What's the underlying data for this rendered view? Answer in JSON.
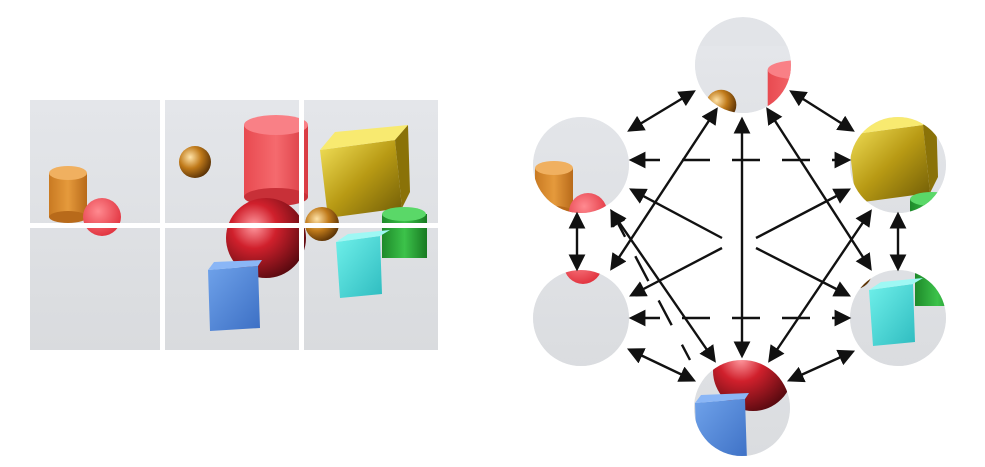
{
  "figure": {
    "left_panel": {
      "description_hidden": true,
      "grid": {
        "rows": 2,
        "cols": 3
      }
    },
    "right_panel": {
      "nodes": [
        "top",
        "upper-right",
        "lower-right",
        "bottom",
        "lower-left",
        "upper-left"
      ],
      "edge_style_solid": "bidirectional",
      "edge_style_dashed": "long-range"
    }
  },
  "colors": {
    "background": "#e8e9ec",
    "floor": "#dfe0e3",
    "divider": "#ffffff",
    "orange_cylinder": "#d98b2b",
    "red_cylinder": "#f05a5a",
    "red_sphere": "#c8202b",
    "gold_sphere": "#b5761a",
    "yellow_cube": "#c9b31a",
    "green_cylinder": "#2fa43a",
    "cyan_cube": "#3fd3d0",
    "blue_cube": "#4f86d6",
    "pink_sphere": "#f04a55",
    "arrow": "#111111"
  }
}
